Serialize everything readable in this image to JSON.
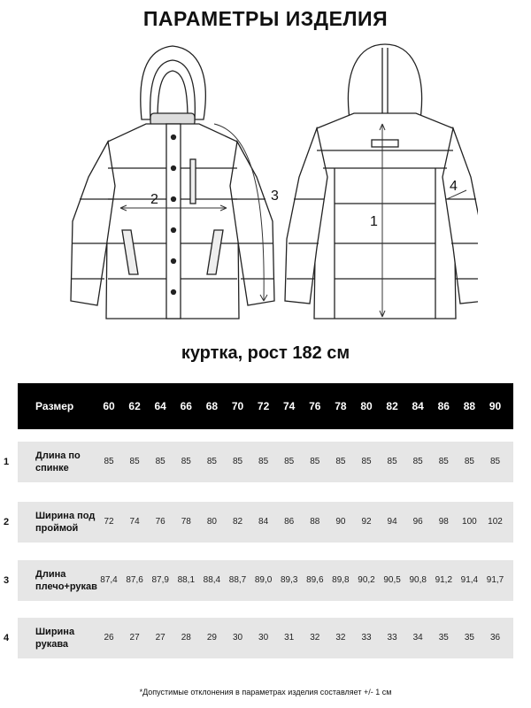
{
  "title": "ПАРАМЕТРЫ ИЗДЕЛИЯ",
  "subtitle": "куртка, рост 182 см",
  "diagram": {
    "front_labels": [
      "2",
      "3"
    ],
    "back_labels": [
      "1",
      "4"
    ]
  },
  "table": {
    "header_label": "Размер",
    "sizes": [
      "60",
      "62",
      "64",
      "66",
      "68",
      "70",
      "72",
      "74",
      "76",
      "78",
      "80",
      "82",
      "84",
      "86",
      "88",
      "90"
    ],
    "rows": [
      {
        "num": "1",
        "label": "Длина по спинке",
        "values": [
          "85",
          "85",
          "85",
          "85",
          "85",
          "85",
          "85",
          "85",
          "85",
          "85",
          "85",
          "85",
          "85",
          "85",
          "85",
          "85"
        ]
      },
      {
        "num": "2",
        "label": "Ширина под проймой",
        "values": [
          "72",
          "74",
          "76",
          "78",
          "80",
          "82",
          "84",
          "86",
          "88",
          "90",
          "92",
          "94",
          "96",
          "98",
          "100",
          "102"
        ]
      },
      {
        "num": "3",
        "label": "Длина плечо+рукав",
        "values": [
          "87,4",
          "87,6",
          "87,9",
          "88,1",
          "88,4",
          "88,7",
          "89,0",
          "89,3",
          "89,6",
          "89,8",
          "90,2",
          "90,5",
          "90,8",
          "91,2",
          "91,4",
          "91,7"
        ]
      },
      {
        "num": "4",
        "label": "Ширина рукава",
        "values": [
          "26",
          "27",
          "27",
          "28",
          "29",
          "30",
          "30",
          "31",
          "32",
          "32",
          "33",
          "33",
          "34",
          "35",
          "35",
          "36"
        ]
      }
    ]
  },
  "footnote": "*Допустимые отклонения в параметрах изделия составляет +/- 1 см"
}
